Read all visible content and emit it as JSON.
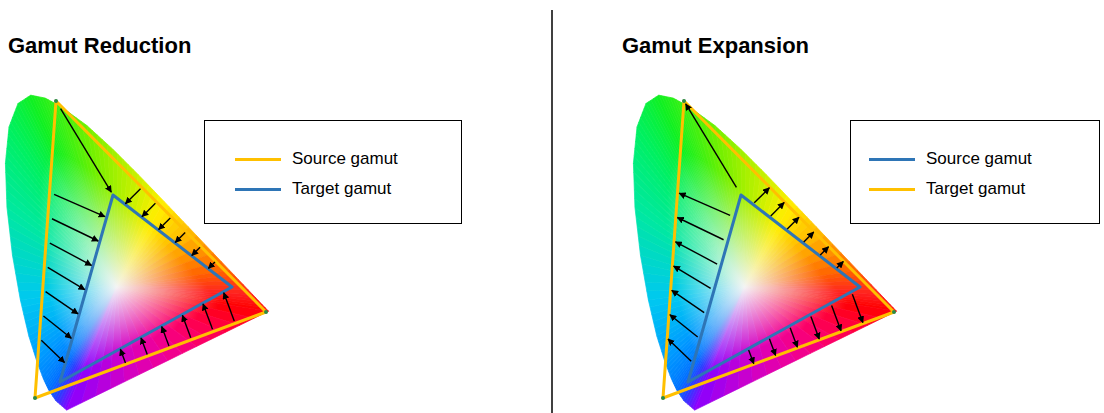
{
  "diagram": {
    "labels": [
      "Gamut Reduction",
      "Gamut Expansion"
    ],
    "legend": [
      {
        "text": "Source gamut"
      },
      {
        "text": "Target gamut"
      },
      {
        "text": "Source gamut"
      },
      {
        "text": "Target gamut"
      }
    ]
  }
}
